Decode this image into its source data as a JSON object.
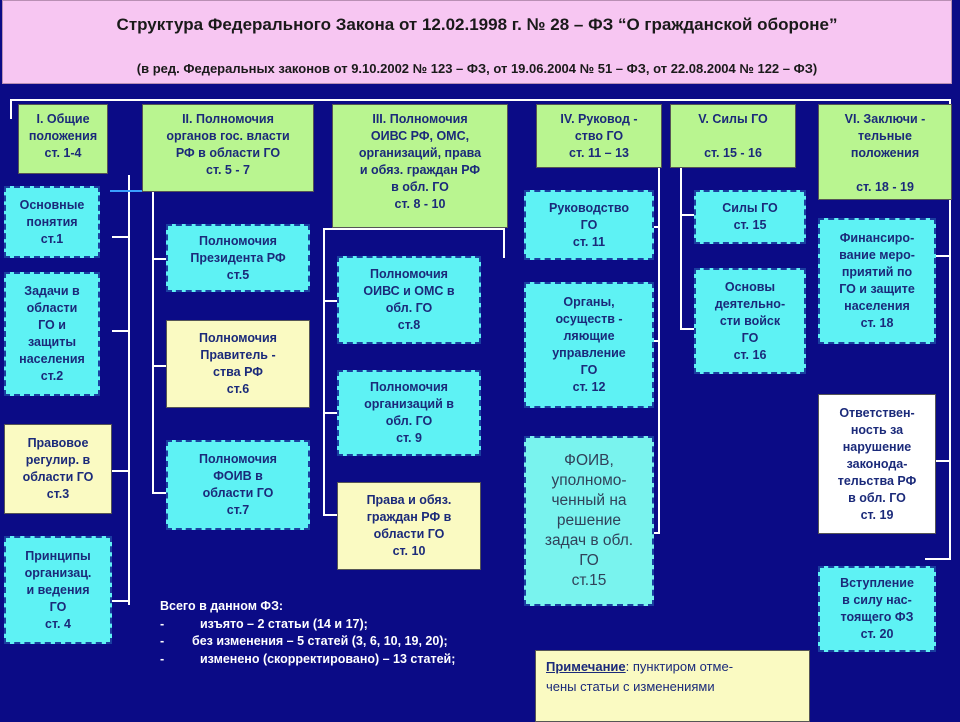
{
  "title": {
    "line1": "Структура Федерального Закона от 12.02.1998 г. № 28 – ФЗ “О гражданской обороне”",
    "line2": "(в ред. Федеральных законов от 9.10.2002  № 123 – ФЗ, от 19.06.2004 № 51 – ФЗ, от 22.08.2004 № 122 – ФЗ)"
  },
  "chapters": [
    {
      "text": "I. Общие\nположения\nст. 1-4"
    },
    {
      "text": "II. Полномочия\nорганов гос. власти\nРФ в области ГО\nст. 5 - 7"
    },
    {
      "text": "III. Полномочия\nОИВС РФ, ОМС,\nорганизаций, права\nи обяз. граждан РФ\nв обл. ГО\nст. 8 - 10"
    },
    {
      "text": "IV. Руковод -\nство ГО\nст. 11 – 13"
    },
    {
      "text": "V. Силы ГО\n\nст. 15 - 16"
    },
    {
      "text": "VI. Заключи -\nтельные\nположения\n\nст. 18 - 19"
    }
  ],
  "articles": {
    "col1": [
      {
        "text": "Основные\nпонятия\nст.1"
      },
      {
        "text": "Задачи в\nобласти\nГО и\nзащиты\nнаселения\nст.2"
      },
      {
        "text": "Правовое\nрегулир. в\nобласти ГО\nст.3"
      },
      {
        "text": "Принципы\nорганизац.\nи ведения\nГО\nст. 4"
      }
    ],
    "col2": [
      {
        "text": "Полномочия\nПрезидента РФ\nст.5"
      },
      {
        "text": "Полномочия\nПравитель -\nства РФ\nст.6"
      },
      {
        "text": "Полномочия\nФОИВ в\nобласти ГО\nст.7"
      }
    ],
    "col3": [
      {
        "text": "Полномочия\nОИВС и ОМС в\nобл. ГО\nст.8"
      },
      {
        "text": "Полномочия\nорганизаций в\nобл. ГО\nст. 9"
      },
      {
        "text": "Права и обяз.\nграждан РФ в\nобласти ГО\nст. 10"
      }
    ],
    "col4": [
      {
        "text": "Руководство\nГО\nст. 11"
      },
      {
        "text": "Органы,\nосуществ -\nляющие\nуправление\nГО\nст. 12"
      },
      {
        "text": "ФОИВ,\nуполномо-\nченный на\nрешение\nзадач в обл.\nГО\nст.15"
      }
    ],
    "col5": [
      {
        "text": "Силы ГО\nст. 15"
      },
      {
        "text": "Основы\nдеятельно-\nсти войск\nГО\nст. 16"
      }
    ],
    "col6": [
      {
        "text": "Финансиро-\nвание меро-\nприятий по\nГО и защите\nнаселения\nст. 18"
      },
      {
        "text": "Ответствен-\nность за\nнарушение\nзаконода-\nтельства РФ\nв обл. ГО\nст. 19"
      },
      {
        "text": "Вступление\nв силу нас-\nтоящего ФЗ\nст. 20"
      }
    ]
  },
  "summary": {
    "heading": "Всего в данном ФЗ:",
    "items": [
      {
        "bullet": "-",
        "text": "изъято – 2 статьи (14 и 17);"
      },
      {
        "bullet": "-",
        "text": "без изменения – 5 статей (3, 6, 10, 19, 20);"
      },
      {
        "bullet": "-",
        "text": "изменено (скорректировано) – 13 статей;"
      }
    ]
  },
  "remark": {
    "label": "Примечание",
    "text": ": пунктиром отме-\nчены статьи с изменениями"
  }
}
